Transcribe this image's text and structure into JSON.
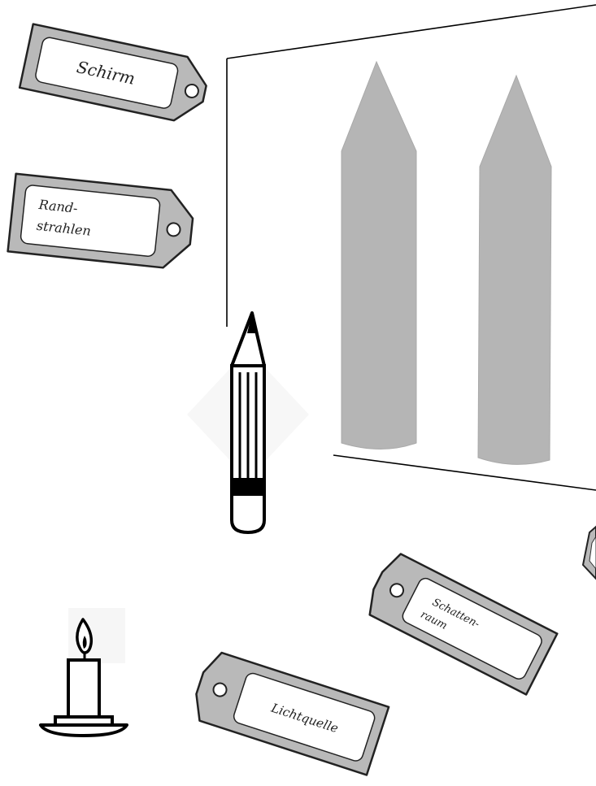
{
  "labels": {
    "schirm": "Schirm",
    "randstrahlen_line1": "Rand-",
    "randstrahlen_line2": "strahlen",
    "schattenraum_line1": "Schatten-",
    "schattenraum_line2": "raum",
    "lichtquelle": "Lichtquelle"
  },
  "colors": {
    "tag_fill": "#b9b9b9",
    "tag_border": "#222222",
    "shadow_fill": "#b5b5b5",
    "line": "#000000"
  },
  "icons": {
    "pencil": "pencil-icon",
    "candle": "candle-icon"
  }
}
